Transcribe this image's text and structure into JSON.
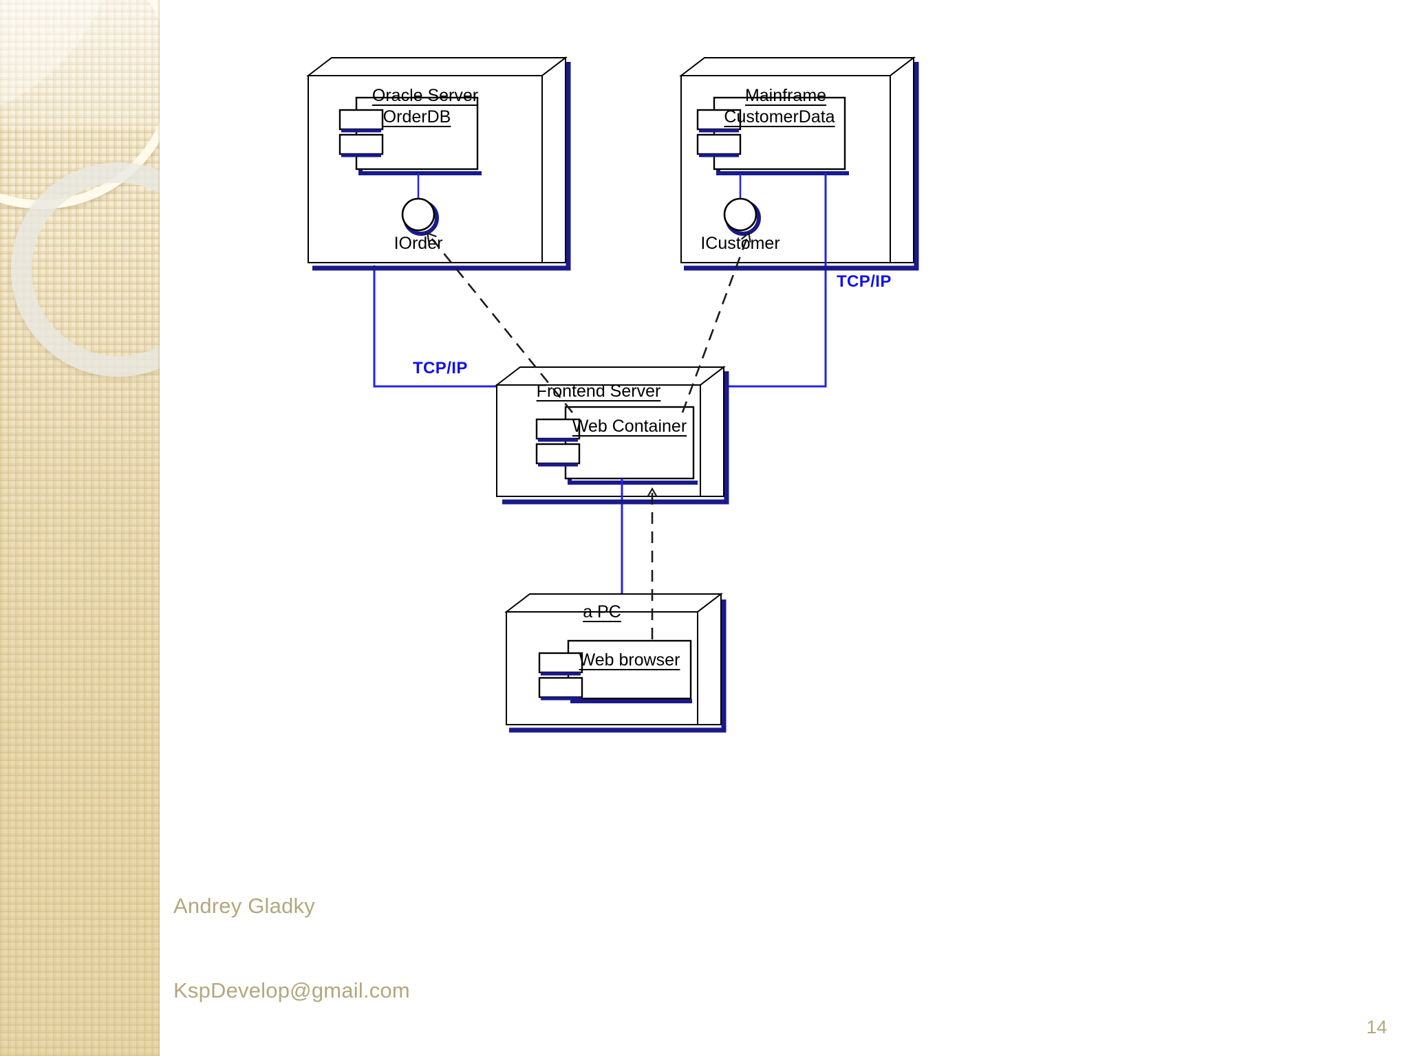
{
  "slide": {
    "page_number": "14",
    "footer_line1": "Andrey Gladky",
    "footer_line2": "KspDevelop@gmail.com",
    "footer_color": "#b3a77c"
  },
  "colors": {
    "node_stroke": "#000000",
    "shadow": "#1a1a8c",
    "link": "#2222ee",
    "dependency": "#1a1a1a",
    "net_label": "#1111ee"
  },
  "diagram": {
    "type": "uml-deployment-diagram",
    "nodes": [
      {
        "id": "oracle-server",
        "name": "Oracle Server",
        "component": "OrderDB",
        "interface": "IOrder"
      },
      {
        "id": "mainframe",
        "name": "Mainframe",
        "component": "CustomerData",
        "interface": "ICustomer"
      },
      {
        "id": "frontend-server",
        "name": "Frontend Server",
        "component": "Web Container",
        "interface": ""
      },
      {
        "id": "a-pc",
        "name": "a PC",
        "component": "Web browser",
        "interface": ""
      }
    ],
    "connections": [
      {
        "id": "oracle-to-frontend",
        "label": "TCP/IP",
        "style": "solid-blue",
        "from": "oracle-server",
        "to": "frontend-server"
      },
      {
        "id": "mainframe-to-frontend",
        "label": "TCP/IP",
        "style": "solid-blue",
        "from": "mainframe",
        "to": "frontend-server"
      },
      {
        "id": "frontend-to-pc",
        "label": "",
        "style": "solid-blue",
        "from": "frontend-server",
        "to": "a-pc"
      }
    ],
    "dependencies": [
      {
        "id": "webcontainer-uses-iorder",
        "from": "Web Container",
        "to": "IOrder"
      },
      {
        "id": "webcontainer-uses-icustomer",
        "from": "Web Container",
        "to": "ICustomer"
      },
      {
        "id": "webbrowser-uses-webcontainer",
        "from": "Web browser",
        "to": "Web Container"
      }
    ]
  }
}
